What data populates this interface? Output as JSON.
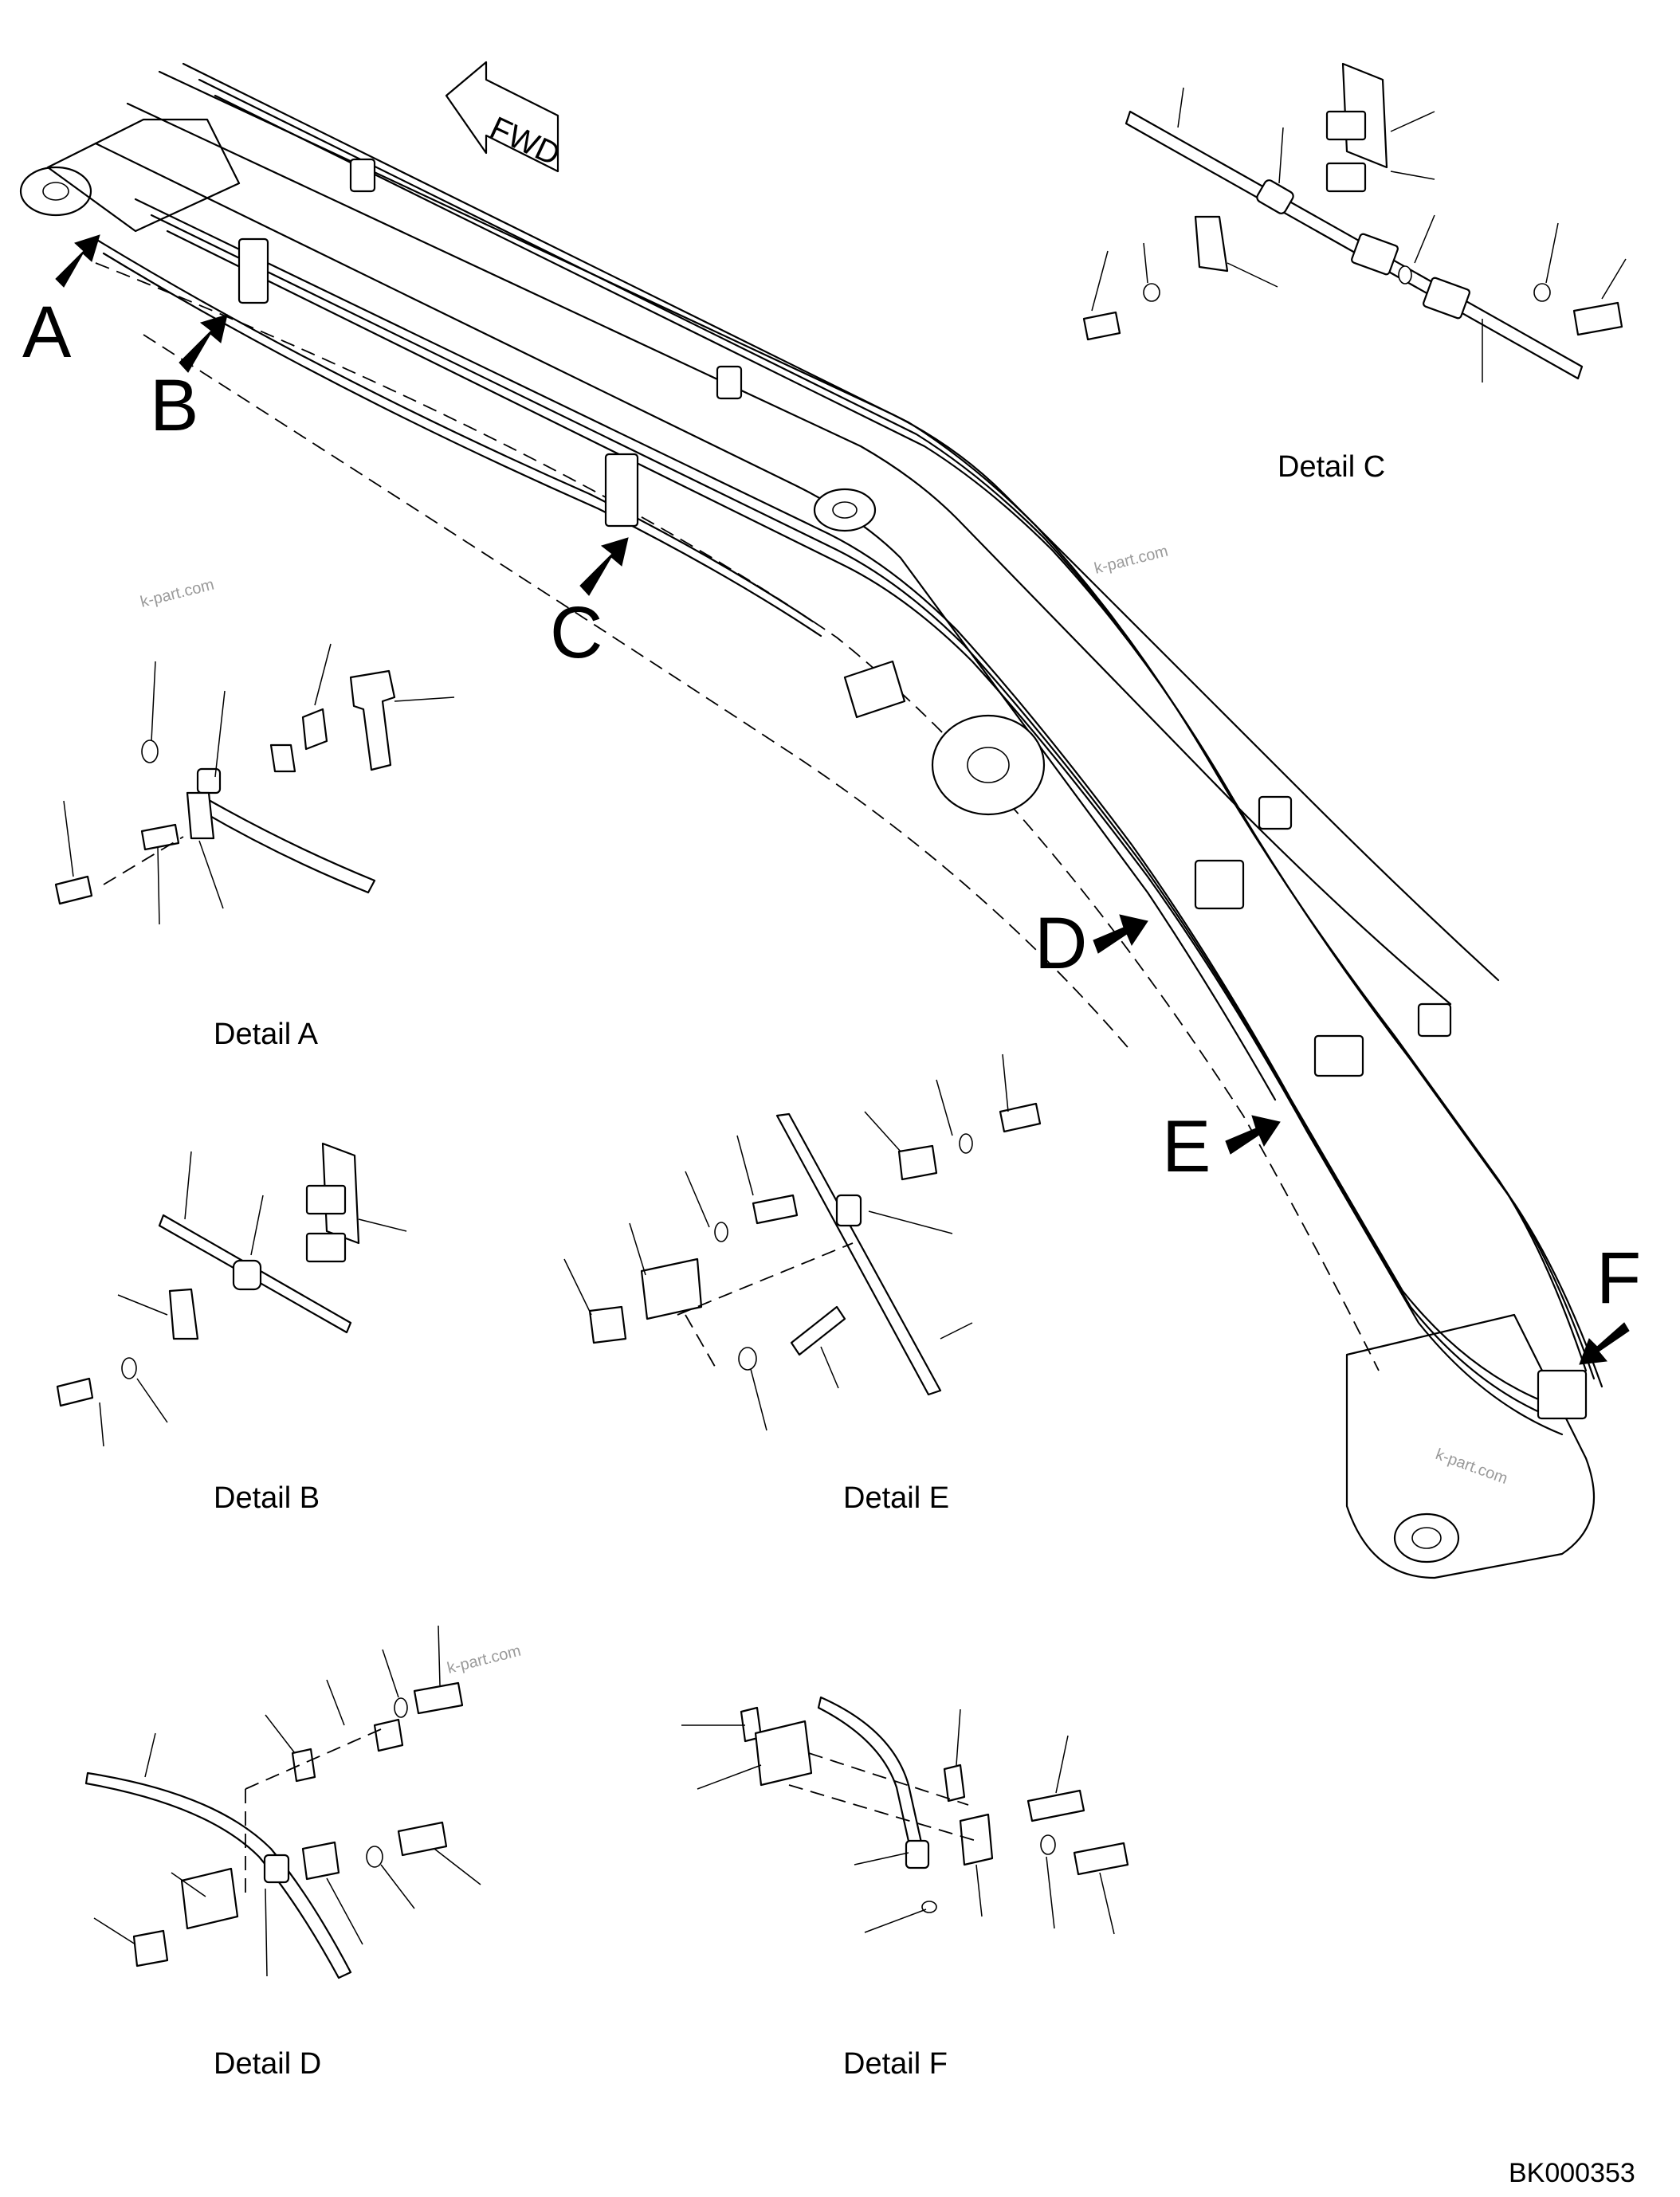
{
  "main_view": {
    "direction_label": "FWD",
    "arrow_labels": {
      "a": "A",
      "b": "B",
      "c": "C",
      "d": "D",
      "e": "E",
      "f": "F"
    }
  },
  "details": {
    "a": {
      "caption": "Detail A"
    },
    "b": {
      "caption": "Detail B"
    },
    "c": {
      "caption": "Detail C"
    },
    "d": {
      "caption": "Detail D"
    },
    "e": {
      "caption": "Detail E"
    },
    "f": {
      "caption": "Detail F"
    }
  },
  "watermark": "k-part.com",
  "drawing_code": "BK000353",
  "colors": {
    "line": "#000000",
    "background": "#ffffff",
    "watermark": "#9a9a9a"
  }
}
